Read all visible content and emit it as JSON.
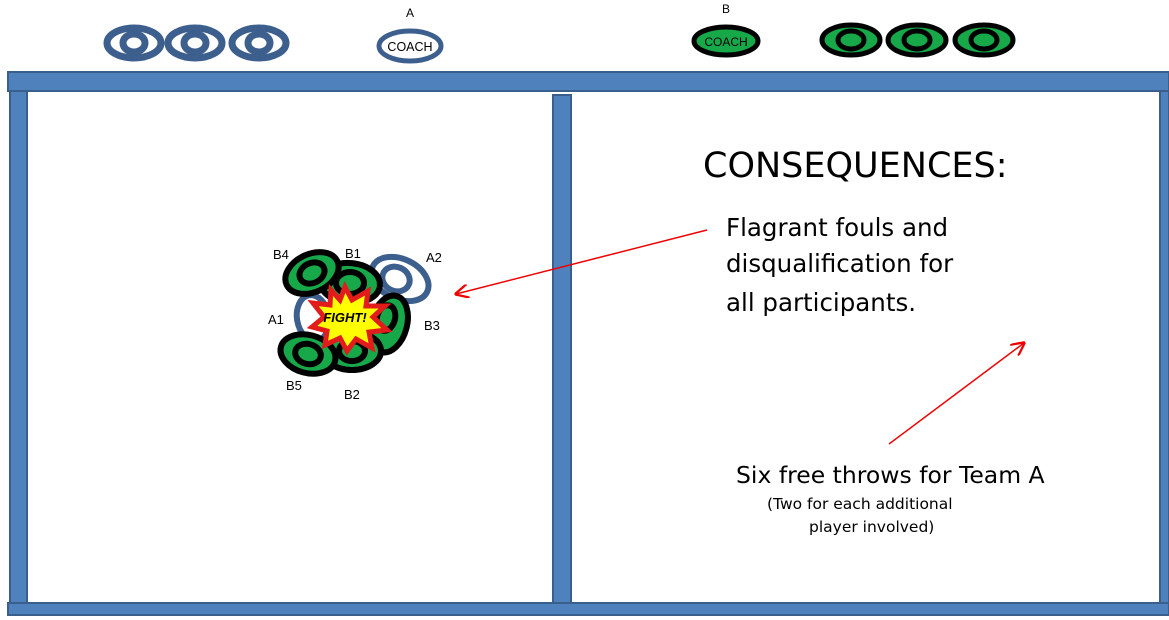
{
  "team_a": {
    "coach_letter": "A",
    "coach_label": "COACH"
  },
  "team_b": {
    "coach_letter": "B",
    "coach_label": "COACH"
  },
  "players": {
    "b4": "B4",
    "b1": "B1",
    "a2": "A2",
    "a1": "A1",
    "b3": "B3",
    "b5": "B5",
    "b2": "B2"
  },
  "fight_label": "FIGHT!",
  "consequences": {
    "heading": "CONSEQUENCES:",
    "flagrant_lines": [
      "Flagrant fouls and",
      "disqualification for",
      "all participants."
    ],
    "free_throws": "Six free throws for Team A",
    "free_throws_note": [
      "(Two for each additional",
      "player involved)"
    ]
  },
  "colors": {
    "court_blue": "#4f81bd",
    "court_border": "#395f8c",
    "team_a": "#3d5f8e",
    "team_b_fill": "#17a84a",
    "team_b_stroke": "#000000",
    "fight_fill": "#ffff00",
    "fight_stroke": "#e21b1b",
    "arrow": "#ee0000"
  }
}
